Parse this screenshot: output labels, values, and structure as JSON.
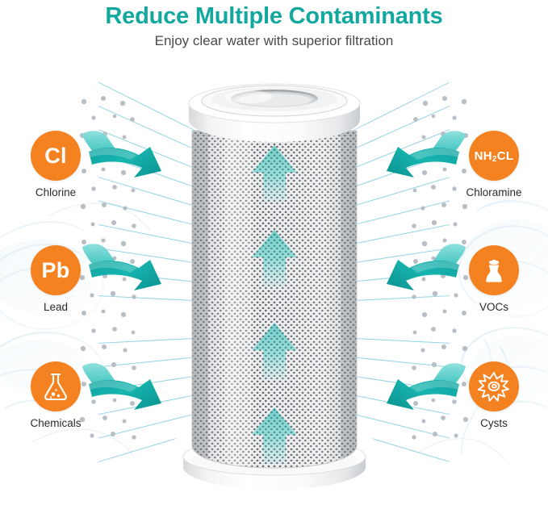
{
  "header": {
    "title": "Reduce Multiple Contaminants",
    "subtitle": "Enjoy clear water with superior filtration"
  },
  "theme": {
    "title_color": "#12a89e",
    "subtitle_color": "#4a4a4a",
    "badge_color": "#F58220",
    "badge_text_color": "#FFFFFF",
    "arrow_color": "#17A8A0",
    "mesh_color": "#6FC6D8",
    "dot_color": "#B9BEC4",
    "caption_color": "#2b2b2b",
    "background_color": "#FFFFFF"
  },
  "product": {
    "name": "carbon-block-water-filter-cartridge",
    "cap_color": "#FFFFFF",
    "body_color": "#D9DADC",
    "flow_arrow_color": "#2CC3BD",
    "flow_arrow_count": 4
  },
  "badges_left": [
    {
      "symbol": "Cl",
      "symbol_style": "lg",
      "caption": "Chlorine",
      "icon": "text-symbol-cl"
    },
    {
      "symbol": "Pb",
      "symbol_style": "lg",
      "caption": "Lead",
      "icon": "text-symbol-pb"
    },
    {
      "symbol": "",
      "symbol_style": "icon",
      "caption": "Chemicals",
      "icon": "flask-icon"
    }
  ],
  "badges_right": [
    {
      "symbol": "NH2CL",
      "symbol_style": "sm",
      "caption": "Chloramine",
      "icon": "text-symbol-nh2cl"
    },
    {
      "symbol": "",
      "symbol_style": "icon",
      "caption": "VOCs",
      "icon": "factory-smokestack-icon"
    },
    {
      "symbol": "",
      "symbol_style": "icon",
      "caption": "Cysts",
      "icon": "cyst-microbe-icon"
    }
  ]
}
